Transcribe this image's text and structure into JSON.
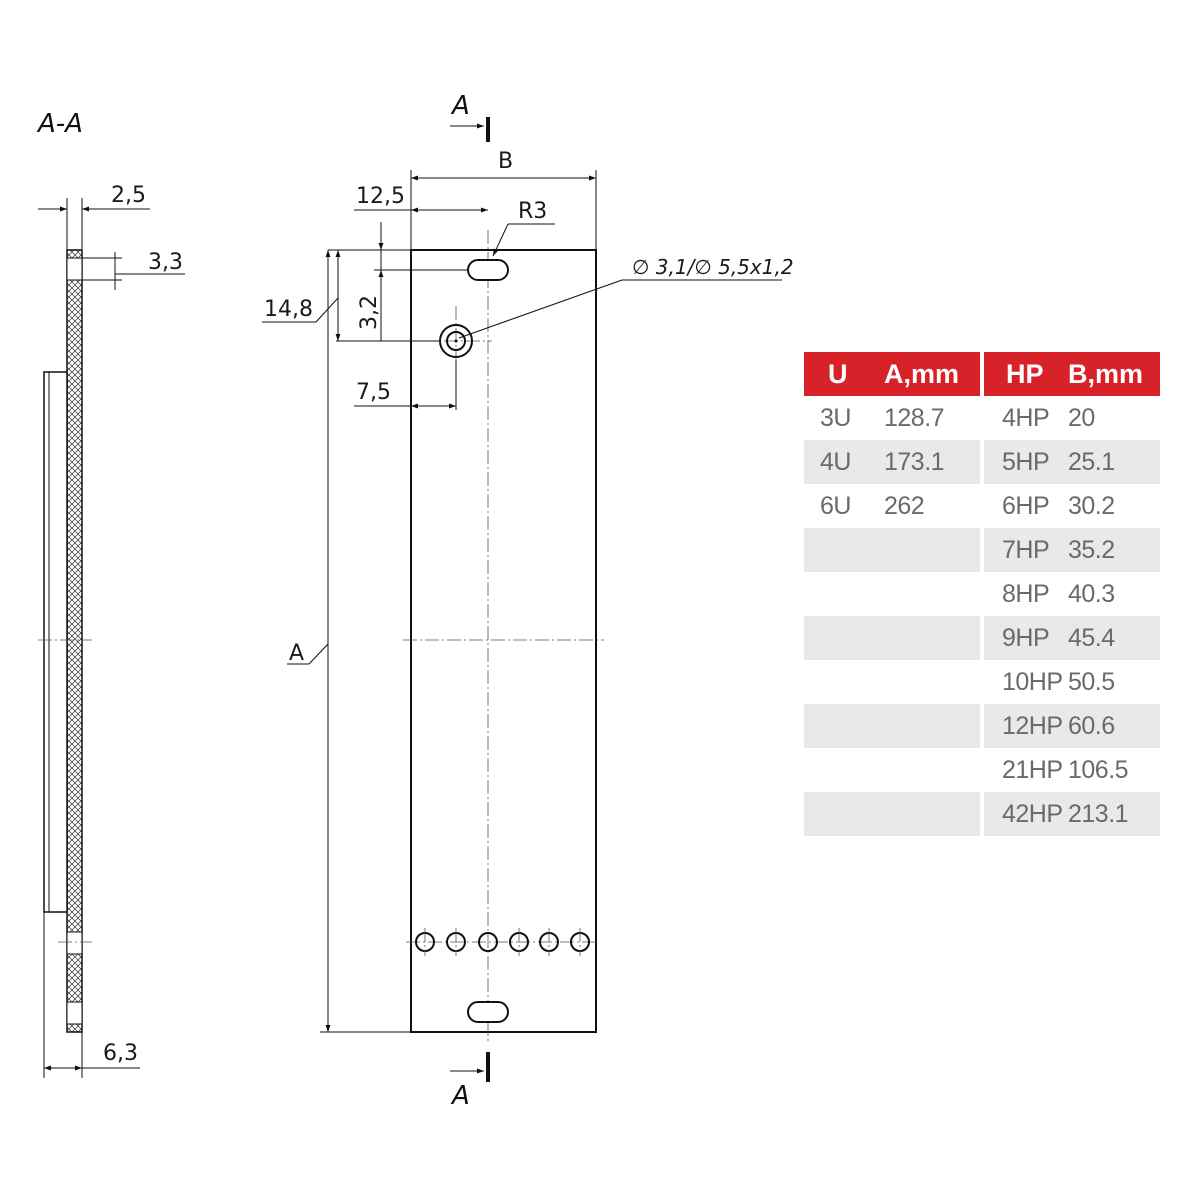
{
  "section_view": {
    "title": "A-A",
    "dims": {
      "top_thickness": "2,5",
      "slot_height": "3,3",
      "total_depth": "6,3"
    }
  },
  "front_view": {
    "section_marks": {
      "top": "A",
      "bottom": "A"
    },
    "dims": {
      "width": "B",
      "slot_offset_x": "12,5",
      "slot_radius": "R3",
      "hole_spec": "∅ 3,1/∅ 5,5x1,2",
      "hole_offset_y_total": "14,8",
      "hole_offset_y": "3,2",
      "hole_offset_x": "7,5",
      "height": "A"
    }
  },
  "table": {
    "header_color": "#d7222a",
    "stripe_color": "#e9e9e9",
    "headers": [
      "U",
      "A,mm",
      "HP",
      "B,mm"
    ],
    "rows": [
      [
        "3U",
        "128.7",
        "4HP",
        "20"
      ],
      [
        "4U",
        "173.1",
        "5HP",
        "25.1"
      ],
      [
        "6U",
        "262",
        "6HP",
        "30.2"
      ],
      [
        "",
        "",
        "7HP",
        "35.2"
      ],
      [
        "",
        "",
        "8HP",
        "40.3"
      ],
      [
        "",
        "",
        "9HP",
        "45.4"
      ],
      [
        "",
        "",
        "10HP",
        "50.5"
      ],
      [
        "",
        "",
        "12HP",
        "60.6"
      ],
      [
        "",
        "",
        "21HP",
        "106.5"
      ],
      [
        "",
        "",
        "42HP",
        "213.1"
      ]
    ]
  }
}
